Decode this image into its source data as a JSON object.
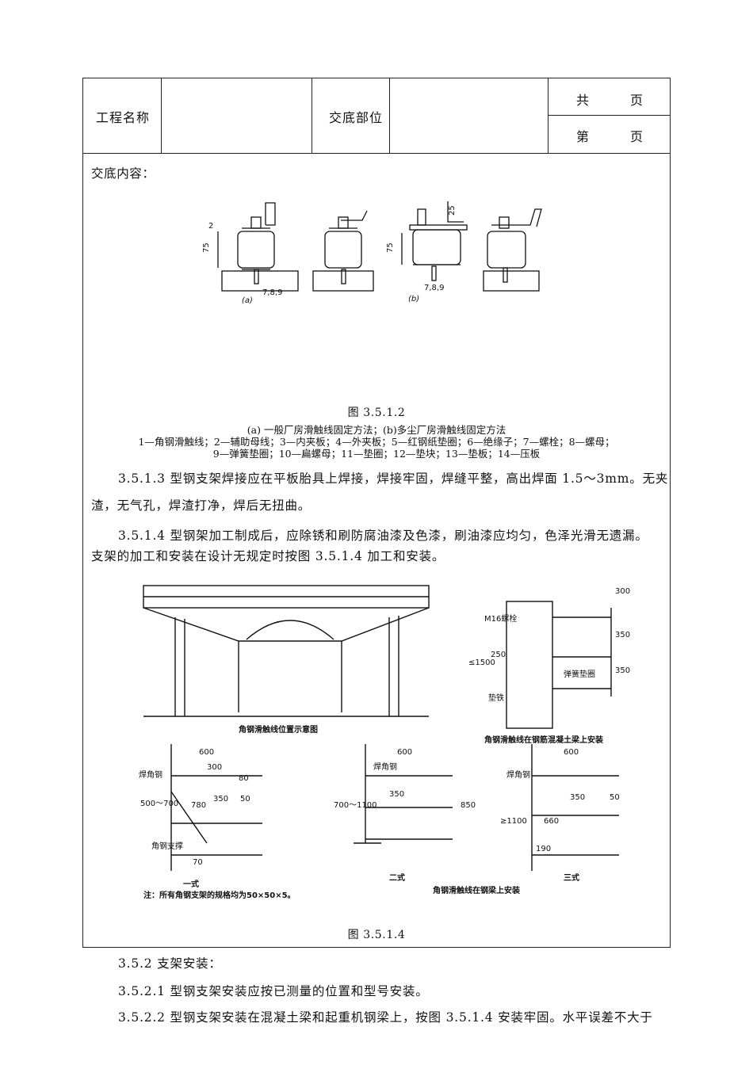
{
  "header": {
    "project_label": "工程名称",
    "project_value": "",
    "part_label": "交底部位",
    "part_value": "",
    "total_pages": "共　　　页",
    "page_no": "第　　　页"
  },
  "content_label": "交底内容：",
  "figure_1": {
    "sub_a": "(a)",
    "sub_b": "(b)",
    "dim_75": "75",
    "dim_2": "2",
    "dim_25": "25",
    "label_789": "7,8,9",
    "caption": "图 3.5.1.2",
    "legend_1": "(a) 一般厂房滑触线固定方法；(b)多尘厂房滑触线固定方法",
    "legend_2": "1—角钢滑触线；2—辅助母线；3—内夹板；4—外夹板；5—红钢纸垫圈；6—绝缘子；7—螺栓；8—螺母；",
    "legend_3": "9—弹簧垫圈；10—扁螺母；11—垫圈；12—垫块；13—垫板；14—压板"
  },
  "paragraphs": {
    "p1_line1": "3.5.1.3 型钢支架焊接应在平板胎具上焊接，焊接牢固，焊缝平整，高出焊面 1.5～3mm。无夹",
    "p1_line2": "渣，无气孔，焊渣打净，焊后无扭曲。",
    "p2_line1": "3.5.1.4 型钢架加工制成后，应除锈和刷防腐油漆及色漆，刷油漆应均匀，色泽光滑无遗漏。",
    "p2_line2": "支架的加工和安装在设计无规定时按图 3.5.1.4 加工和安装。",
    "p3": "3.5.2 支架安装：",
    "p4": "3.5.2.1 型钢支架安装应按已测量的位置和型号安装。",
    "p5": "3.5.2.2 型钢支架安装在混凝土梁和起重机钢梁上，按图 3.5.1.4 安装牢固。水平误差不大于"
  },
  "figure_2": {
    "caption": "图 3.5.1.4",
    "crane_title": "角钢滑触线位置示意图",
    "concrete_title": "角钢滑触线在钢筋混凝土梁上安装",
    "steel_title": "角钢滑触线在钢梁上安装",
    "bolt": "M16螺栓",
    "spring_washer": "弹簧垫圈",
    "shim": "垫铁",
    "weld_angle": "焊角钢",
    "angle_brace": "角钢支撑",
    "style_1": "一式",
    "style_2": "二式",
    "style_3": "三式",
    "note": "注：所有角钢支架的规格均为50×50×5。",
    "d600": "600",
    "d300": "300",
    "d350": "350",
    "d250": "250",
    "d50": "50",
    "d80": "80",
    "d70": "70",
    "d660": "660",
    "d780": "780",
    "d850": "850",
    "d190": "190",
    "d1500": "≤1500",
    "d500_700": "500～700",
    "d700_1100": "700～1100",
    "d1100": "≥1100"
  }
}
